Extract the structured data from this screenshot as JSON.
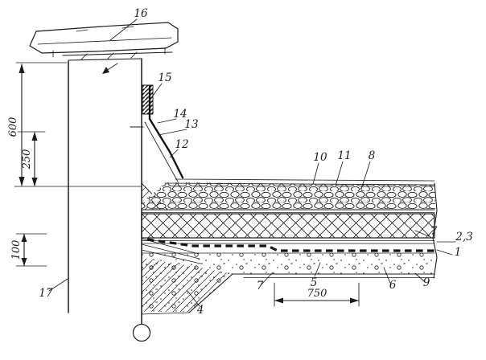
{
  "ink_color": "#1c1c1c",
  "background_color": "#ffffff",
  "callouts": {
    "c16": "16",
    "c15": "15",
    "c14": "14",
    "c13": "13",
    "c12": "12",
    "c10": "10",
    "c11": "11",
    "c8": "8",
    "c7_right": "7",
    "c2_3": "2,3",
    "c1": "1",
    "c9": "9",
    "c6": "6",
    "c5": "5",
    "c7_bottom": "7",
    "c4": "4",
    "c17": "17"
  },
  "dimensions": {
    "parapet_height": "600",
    "flashing_height": "250",
    "slab_height": "100",
    "field_width": "750"
  }
}
